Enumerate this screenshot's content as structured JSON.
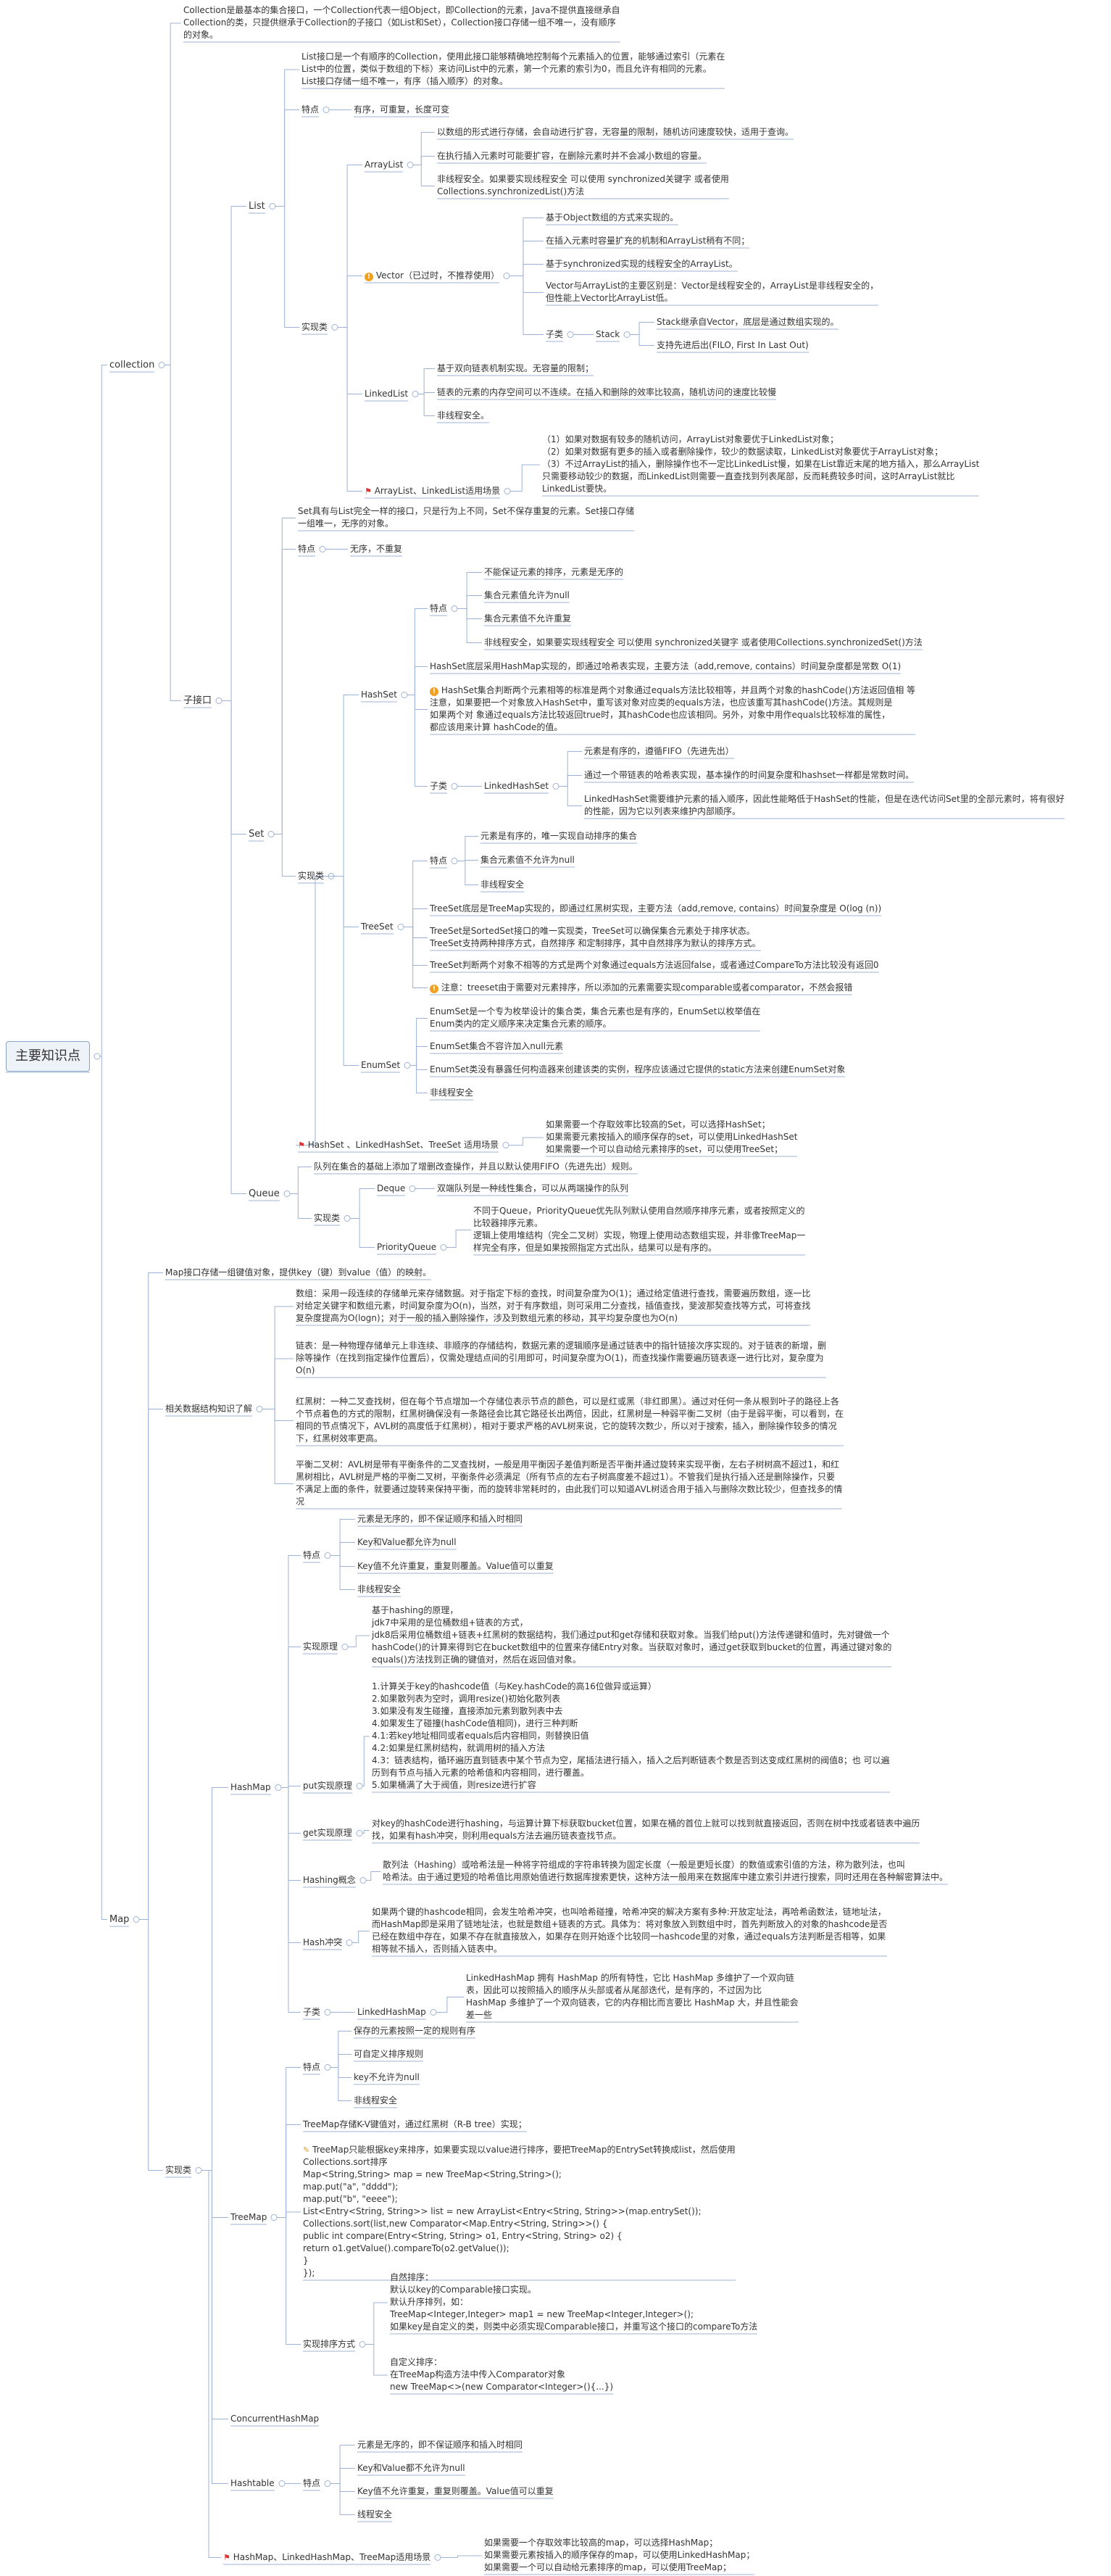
{
  "root": "主要知识点",
  "collection": {
    "label": "collection",
    "desc": "Collection是最基本的集合接口，一个Collection代表一组Object，即Collection的元素，Java不提供直接继承自\nCollection的类，只提供继承于Collection的子接口（如List和Set），Collection接口存储一组不唯一，没有顺序\n的对象。",
    "sub_label": "子接口",
    "list": {
      "label": "List",
      "desc": "List接口是一个有顺序的Collection，使用此接口能够精确地控制每个元素插入的位置，能够通过索引（元素在\nList中的位置，类似于数组的下标）来访问List中的元素，第一个元素的索引为0，而且允许有相同的元素。\nList接口存储一组不唯一，有序（插入顺序）的对象。",
      "feature_label": "特点",
      "feature": "有序，可重复，长度可变",
      "impl_label": "实现类",
      "arraylist": {
        "label": "ArrayList",
        "items": [
          "以数组的形式进行存储，会自动进行扩容，无容量的限制，随机访问速度较快，适用于查询。",
          "在执行插入元素时可能要扩容，在删除元素时并不会减小数组的容量。",
          "非线程安全。如果要实现线程安全 可以使用 synchronized关键字 或者使用\nCollections.synchronizedList()方法"
        ]
      },
      "vector": {
        "label": "Vector（已过时，不推荐使用）",
        "items": [
          "基于Object数组的方式来实现的。",
          "在插入元素时容量扩充的机制和ArrayList稍有不同；",
          "基于synchronized实现的线程安全的ArrayList。",
          "Vector与ArrayList的主要区别是：Vector是线程安全的，ArrayList是非线程安全的，\n但性能上Vector比ArrayList低。"
        ],
        "child_label": "子类",
        "stack_label": "Stack",
        "stack_items": [
          "Stack继承自Vector，底层是通过数组实现的。",
          "支持先进后出(FILO, First In Last Out)"
        ]
      },
      "linkedlist": {
        "label": "LinkedList",
        "items": [
          "基于双向链表机制实现。无容量的限制；",
          "链表的元素的内存空间可以不连续。在插入和删除的效率比较高，随机访问的速度比较慢",
          "非线程安全。"
        ]
      },
      "scene_label": "ArrayList、LinkedList适用场景",
      "scene": "（1）如果对数据有较多的随机访问，ArrayList对象要优于LinkedList对象；\n（2）如果对数据有更多的插入或者删除操作，较少的数据读取，LinkedList对象要优于ArrayList对象；\n（3）不过ArrayList的插入，删除操作也不一定比LinkedList慢，如果在List靠近末尾的地方插入，那么ArrayList\n只需要移动较少的数据，而LinkedList则需要一直查找到列表尾部，反而耗费较多时间，这时ArrayList就比\nLinkedList要快。"
    },
    "set": {
      "label": "Set",
      "desc": "Set具有与List完全一样的接口，只是行为上不同，Set不保存重复的元素。Set接口存储\n一组唯一，无序的对象。",
      "feature_label": "特点",
      "feature": "无序，不重复",
      "impl_label": "实现类",
      "hashset": {
        "label": "HashSet",
        "feature_label": "特点",
        "features": [
          "不能保证元素的排序，元素是无序的",
          "集合元素值允许为null",
          "集合元素值不允许重复",
          "非线程安全，如果要实现线程安全 可以使用 synchronized关键字 或者使用Collections.synchronizedSet()方法"
        ],
        "impl": "HashSet底层采用HashMap实现的，即通过哈希表实现，主要方法（add,remove, contains）时间复杂度都是常数 O(1)",
        "warn": "HashSet集合判断两个元素相等的标准是两个对象通过equals方法比较相等，并且两个对象的hashCode()方法返回值相 等\n注意，如果要把一个对象放入HashSet中，重写该对象对应类的equals方法，也应该重写其hashCode()方法。其规则是\n如果两个对 象通过equals方法比较返回true时，其hashCode也应该相同。另外，对象中用作equals比较标准的属性，\n都应该用来计算 hashCode的值。",
        "child_label": "子类",
        "linked_label": "LinkedHashSet",
        "linked_items": [
          "元素是有序的，遵循FIFO（先进先出）",
          "通过一个带链表的哈希表实现，基本操作的时间复杂度和hashset一样都是常数时间。",
          "LinkedHashSet需要维护元素的插入顺序，因此性能略低于HashSet的性能，但是在迭代访问Set里的全部元素时，将有很好\n的性能，因为它以列表来维护内部顺序。"
        ]
      },
      "treeset": {
        "label": "TreeSet",
        "feature_label": "特点",
        "features": [
          "元素是有序的，唯一实现自动排序的集合",
          "集合元素值不允许为null",
          "非线程安全"
        ],
        "items": [
          "TreeSet底层是TreeMap实现的，即通过红黑树实现，主要方法（add,remove, contains）时间复杂度是 O(log (n))",
          "TreeSet是SortedSet接口的唯一实现类，TreeSet可以确保集合元素处于排序状态。\nTreeSet支持两种排序方式，自然排序 和定制排序，其中自然排序为默认的排序方式。",
          "TreeSet判断两个对象不相等的方式是两个对象通过equals方法返回false，或者通过CompareTo方法比较没有返回0"
        ],
        "warn": "注意：treeset由于需要对元素排序，所以添加的元素需要实现comparable或者comparator，不然会报错"
      },
      "enumset": {
        "label": "EnumSet",
        "items": [
          "EnumSet是一个专为枚举设计的集合类，集合元素也是有序的，EnumSet以枚举值在\nEnum类内的定义顺序来决定集合元素的顺序。",
          "EnumSet集合不容许加入null元素",
          "EnumSet类没有暴露任何构造器来创建该类的实例，程序应该通过它提供的static方法来创建EnumSet对象",
          "非线程安全"
        ]
      },
      "scene_label": "HashSet 、LinkedHashSet、TreeSet 适用场景",
      "scene": "如果需要一个存取效率比较高的Set，可以选择HashSet；\n如果需要元素按插入的顺序保存的set，可以使用LinkedHashSet\n如果需要一个可以自动给元素排序的set，可以使用TreeSet；"
    },
    "queue": {
      "label": "Queue",
      "desc": "队列在集合的基础上添加了增删改查操作，并且以默认使用FIFO（先进先出）规则。",
      "impl_label": "实现类",
      "deque_label": "Deque",
      "deque": "双端队列是一种线性集合，可以从两端操作的队列",
      "pq_label": "PriorityQueue",
      "pq": "不同于Queue，PriorityQueue优先队列默认使用自然顺序排序元素，或者按照定义的\n比较器排序元素。\n逻辑上使用堆结构（完全二叉树）实现，物理上使用动态数组实现，并非像TreeMap一\n样完全有序，但是如果按照指定方式出队，结果可以是有序的。"
    },
    "map": {
      "label": "Map",
      "desc": "Map接口存储一组键值对象，提供key（键）到value（值）的映射。",
      "related_label": "相关数据结构知识了解",
      "related": [
        "数组：采用一段连续的存储单元来存储数据。对于指定下标的查找，时间复杂度为O(1)；通过给定值进行查找，需要遍历数组，逐一比\n对给定关键字和数组元素，时间复杂度为O(n)，当然，对于有序数组，则可采用二分查找，插值查找，斐波那契查找等方式，可将查找\n复杂度提高为O(logn)；对于一般的插入删除操作，涉及到数组元素的移动，其平均复杂度也为O(n)",
        "链表：是一种物理存储单元上非连续、非顺序的存储结构，数据元素的逻辑顺序是通过链表中的指针链接次序实现的。对于链表的新增，删\n除等操作（在找到指定操作位置后），仅需处理结点间的引用即可，时间复杂度为O(1)，而查找操作需要遍历链表逐一进行比对，复杂度为\nO(n)",
        "红黑树：一种二叉查找树，但在每个节点增加一个存储位表示节点的颜色，可以是红或黑（非红即黑）。通过对任何一条从根到叶子的路径上各\n个节点着色的方式的限制，红黑树确保没有一条路径会比其它路径长出两倍，因此，红黑树是一种弱平衡二叉树（由于是弱平衡，可以看到，在\n相同的节点情况下，AVL树的高度低于红黑树），相对于要求严格的AVL树来说，它的旋转次数少，所以对于搜索，插入，删除操作较多的情况\n下，红黑树效率更高。",
        "平衡二叉树：AVL树是带有平衡条件的二叉查找树，一般是用平衡因子差值判断是否平衡并通过旋转来实现平衡，左右子树树高不超过1，和红\n黑树相比，AVL树是严格的平衡二叉树，平衡条件必须满足（所有节点的左右子树高度差不超过1）。不管我们是执行插入还是删除操作，只要\n不满足上面的条件，就要通过旋转来保持平衡，而的旋转非常耗时的，由此我们可以知道AVL树适合用于插入与删除次数比较少，但查找多的情\n况"
      ],
      "impl_label": "实现类",
      "hashmap": {
        "label": "HashMap",
        "feature_label": "特点",
        "features": [
          "元素是无序的，即不保证顺序和插入时相同",
          "Key和Value都允许为null",
          "Key值不允许重复，重复则覆盖。Value值可以重复",
          "非线程安全"
        ],
        "principle_label": "实现原理",
        "principle": "基于hashing的原理，\njdk7中采用的是位桶数组+链表的方式，\njdk8后采用位桶数组+链表+红黑树的数据结构，我们通过put和get存储和获取对象。当我们给put()方法传递键和值时，先对键做一个\nhashCode()的计算来得到它在bucket数组中的位置来存储Entry对象。当获取对象时，通过get获取到bucket的位置，再通过键对象的\nequals()方法找到正确的键值对，然后在返回值对象。",
        "put_label": "put实现原理",
        "put": "1.计算关于key的hashcode值（与Key.hashCode的高16位做异或运算）\n2.如果散列表为空时，调用resize()初始化散列表\n3.如果没有发生碰撞，直接添加元素到散列表中去\n4.如果发生了碰撞(hashCode值相同)，进行三种判断\n    4.1:若key地址相同或者equals后内容相同，则替换旧值\n    4.2:如果是红黑树结构，就调用树的插入方法\n    4.3：链表结构，循环遍历直到链表中某个节点为空，尾插法进行插入，插入之后判断链表个数是否到达变成红黑树的阀值8；也   可以遍\n历到有节点与插入元素的哈希值和内容相同，进行覆盖。\n5.如果桶满了大于阀值，则resize进行扩容",
        "get_label": "get实现原理",
        "get": "对key的hashCode进行hashing，与运算计算下标获取bucket位置，如果在桶的首位上就可以找到就直接返回，否则在树中找或者链表中遍历\n找，如果有hash冲突，则利用equals方法去遍历链表查找节点。",
        "hashing_label": "Hashing概念",
        "hashing": "散列法（Hashing）或哈希法是一种将字符组成的字符串转换为固定长度（一般是更短长度）的数值或索引值的方法，称为散列法，也叫\n哈希法。由于通过更短的哈希值比用原始值进行数据库搜索更快，这种方法一般用来在数据库中建立索引并进行搜索，同时还用在各种解密算法中。",
        "hash_label": "Hash冲突",
        "hash": "如果两个键的hashcode相同，会发生哈希冲突，也叫哈希碰撞，哈希冲突的解决方案有多种:开放定址法，再哈希函数法，链地址法，\n而HashMap即是采用了链地址法，也就是数组+链表的方式。具体为：将对象放入到数组中时，首先判断放入的对象的hashcode是否\n已经在数组中存在，如果不存在就直接放入，如果存在则开始逐个比较同一hashcode里的对象，通过equals方法判断是否相等，如果\n相等就不插入，否则插入链表中。",
        "child_label": "子类",
        "linked_label": "LinkedHashMap",
        "linked": "LinkedHashMap 拥有 HashMap 的所有特性，它比 HashMap 多维护了一个双向链\n表，因此可以按照插入的顺序从头部或者从尾部迭代，是有序的，不过因为比\nHashMap 多维护了一个双向链表，它的内存相比而言要比 HashMap 大，并且性能会\n差一些"
      },
      "treemap": {
        "label": "TreeMap",
        "feature_label": "特点",
        "features": [
          "保存的元素按照一定的规则有序",
          "可自定义排序规则",
          "key不允许为null",
          "非线程安全"
        ],
        "impl": "TreeMap存储K-V键值对，通过红黑树（R-B tree）实现；",
        "code": "TreeMap只能根据key来排序，如果要实现以value进行排序，要把TreeMap的EntrySet转换成list，然后使用\nCollections.sort排序\nMap<String,String> map = new TreeMap<String,String>();\nmap.put(\"a\", \"dddd\");\nmap.put(\"b\", \"eeee\");\nList<Entry<String, String>> list = new ArrayList<Entry<String, String>>(map.entrySet());\nCollections.sort(list,new Comparator<Map.Entry<String, String>>() {\n      public int compare(Entry<String, String> o1, Entry<String, String> o2) {\n          return o1.getValue().compareTo(o2.getValue());\n      }\n});",
        "sort_label": "实现排序方式",
        "sort_natural": "自然排序：\n默认以key的Comparable接口实现。\n默认升序排列，如：\nTreeMap<Integer,Integer> map1 = new TreeMap<Integer,Integer>();\n如果key是自定义的类，则类中必须实现Comparable接口，并重写这个接口的compareTo方法",
        "sort_custom": "自定义排序：\n在TreeMap构造方法中传入Comparator对象\nnew TreeMap<>(new Comparator<Integer>(){...})"
      },
      "concurrent_label": "ConcurrentHashMap",
      "hashtable": {
        "label": "Hashtable",
        "feature_label": "特点",
        "features": [
          "元素是无序的，即不保证顺序和插入时相同",
          "Key和Value都不允许为null",
          "Key值不允许重复，重复则覆盖。Value值可以重复",
          "线程安全"
        ]
      },
      "scene_label": "HashMap、LinkedHashMap、TreeMap适用场景",
      "scene": "如果需要一个存取效率比较高的map，可以选择HashMap；\n如果需要元素按插入的顺序保存的map，可以使用LinkedHashMap；\n如果需要一个可以自动给元素排序的map，可以使用TreeMap；"
    }
  }
}
